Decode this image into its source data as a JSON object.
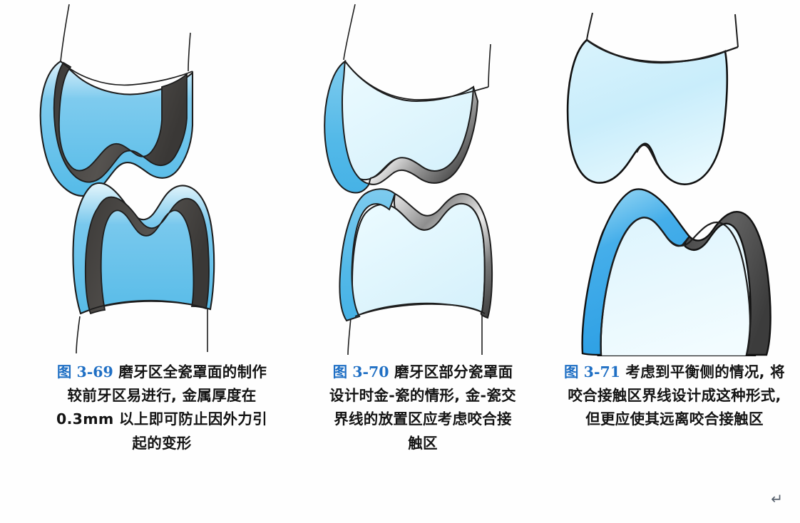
{
  "page": {
    "background_color": "#fefefe",
    "paragraph_mark": "↵"
  },
  "figures": [
    {
      "id": "fig-3-69",
      "label": "图 3-69",
      "label_color": "#1f6fc4",
      "caption": "磨牙区全瓷罩面的制作较前牙区易进行, 金属厚度在 0.3mm 以上即可防止因外力引起的变形",
      "illustration": {
        "name": "molar-full-ceramic-veneer-diagram",
        "description": "上下磨牙对咬剖面图, 蓝色瓷层覆盖整个牙冠, 深灰色金属内冠薄层",
        "porcelain_color": "#5bbde9",
        "porcelain_light_color": "#dff2fb",
        "metal_color": "#4b4947",
        "metal_highlight_color": "#6e6c69",
        "outline_color": "#1d1d1d"
      }
    },
    {
      "id": "fig-3-70",
      "label": "图 3-70",
      "label_color": "#1f6fc4",
      "caption": "磨牙区部分瓷罩面设计时金-瓷的情形, 金-瓷交界线的放置区应考虑咬合接触区",
      "illustration": {
        "name": "molar-partial-ceramic-veneer-diagram",
        "description": "上下磨牙对咬剖面图, 颊侧蓝色瓷层, 咬合面及舌侧金属银灰色",
        "porcelain_color": "#53b9e8",
        "porcelain_light_color": "#dff4fb",
        "metal_color": "#8d8d8d",
        "metal_highlight_color": "#e6e6e6",
        "metal_shadow_color": "#3d3d3d",
        "outline_color": "#1d1d1d"
      }
    },
    {
      "id": "fig-3-71",
      "label": "图 3-71",
      "label_color": "#1f6fc4",
      "caption": "考虑到平衡侧的情况, 将咬合接触区界线设计成这种形式, 但更应使其远离咬合接触区",
      "illustration": {
        "name": "balancing-side-contact-boundary-diagram",
        "description": "上方天然牙与下方金瓷冠对咬, 颊侧蓝色瓷层, 舌侧深灰色金属, 交界线在中央窝",
        "porcelain_color": "#3aa7e8",
        "porcelain_light_color": "#d8f1fb",
        "metal_color": "#4e4e4e",
        "metal_highlight_color": "#6a6a6a",
        "outline_color": "#111111"
      }
    }
  ]
}
